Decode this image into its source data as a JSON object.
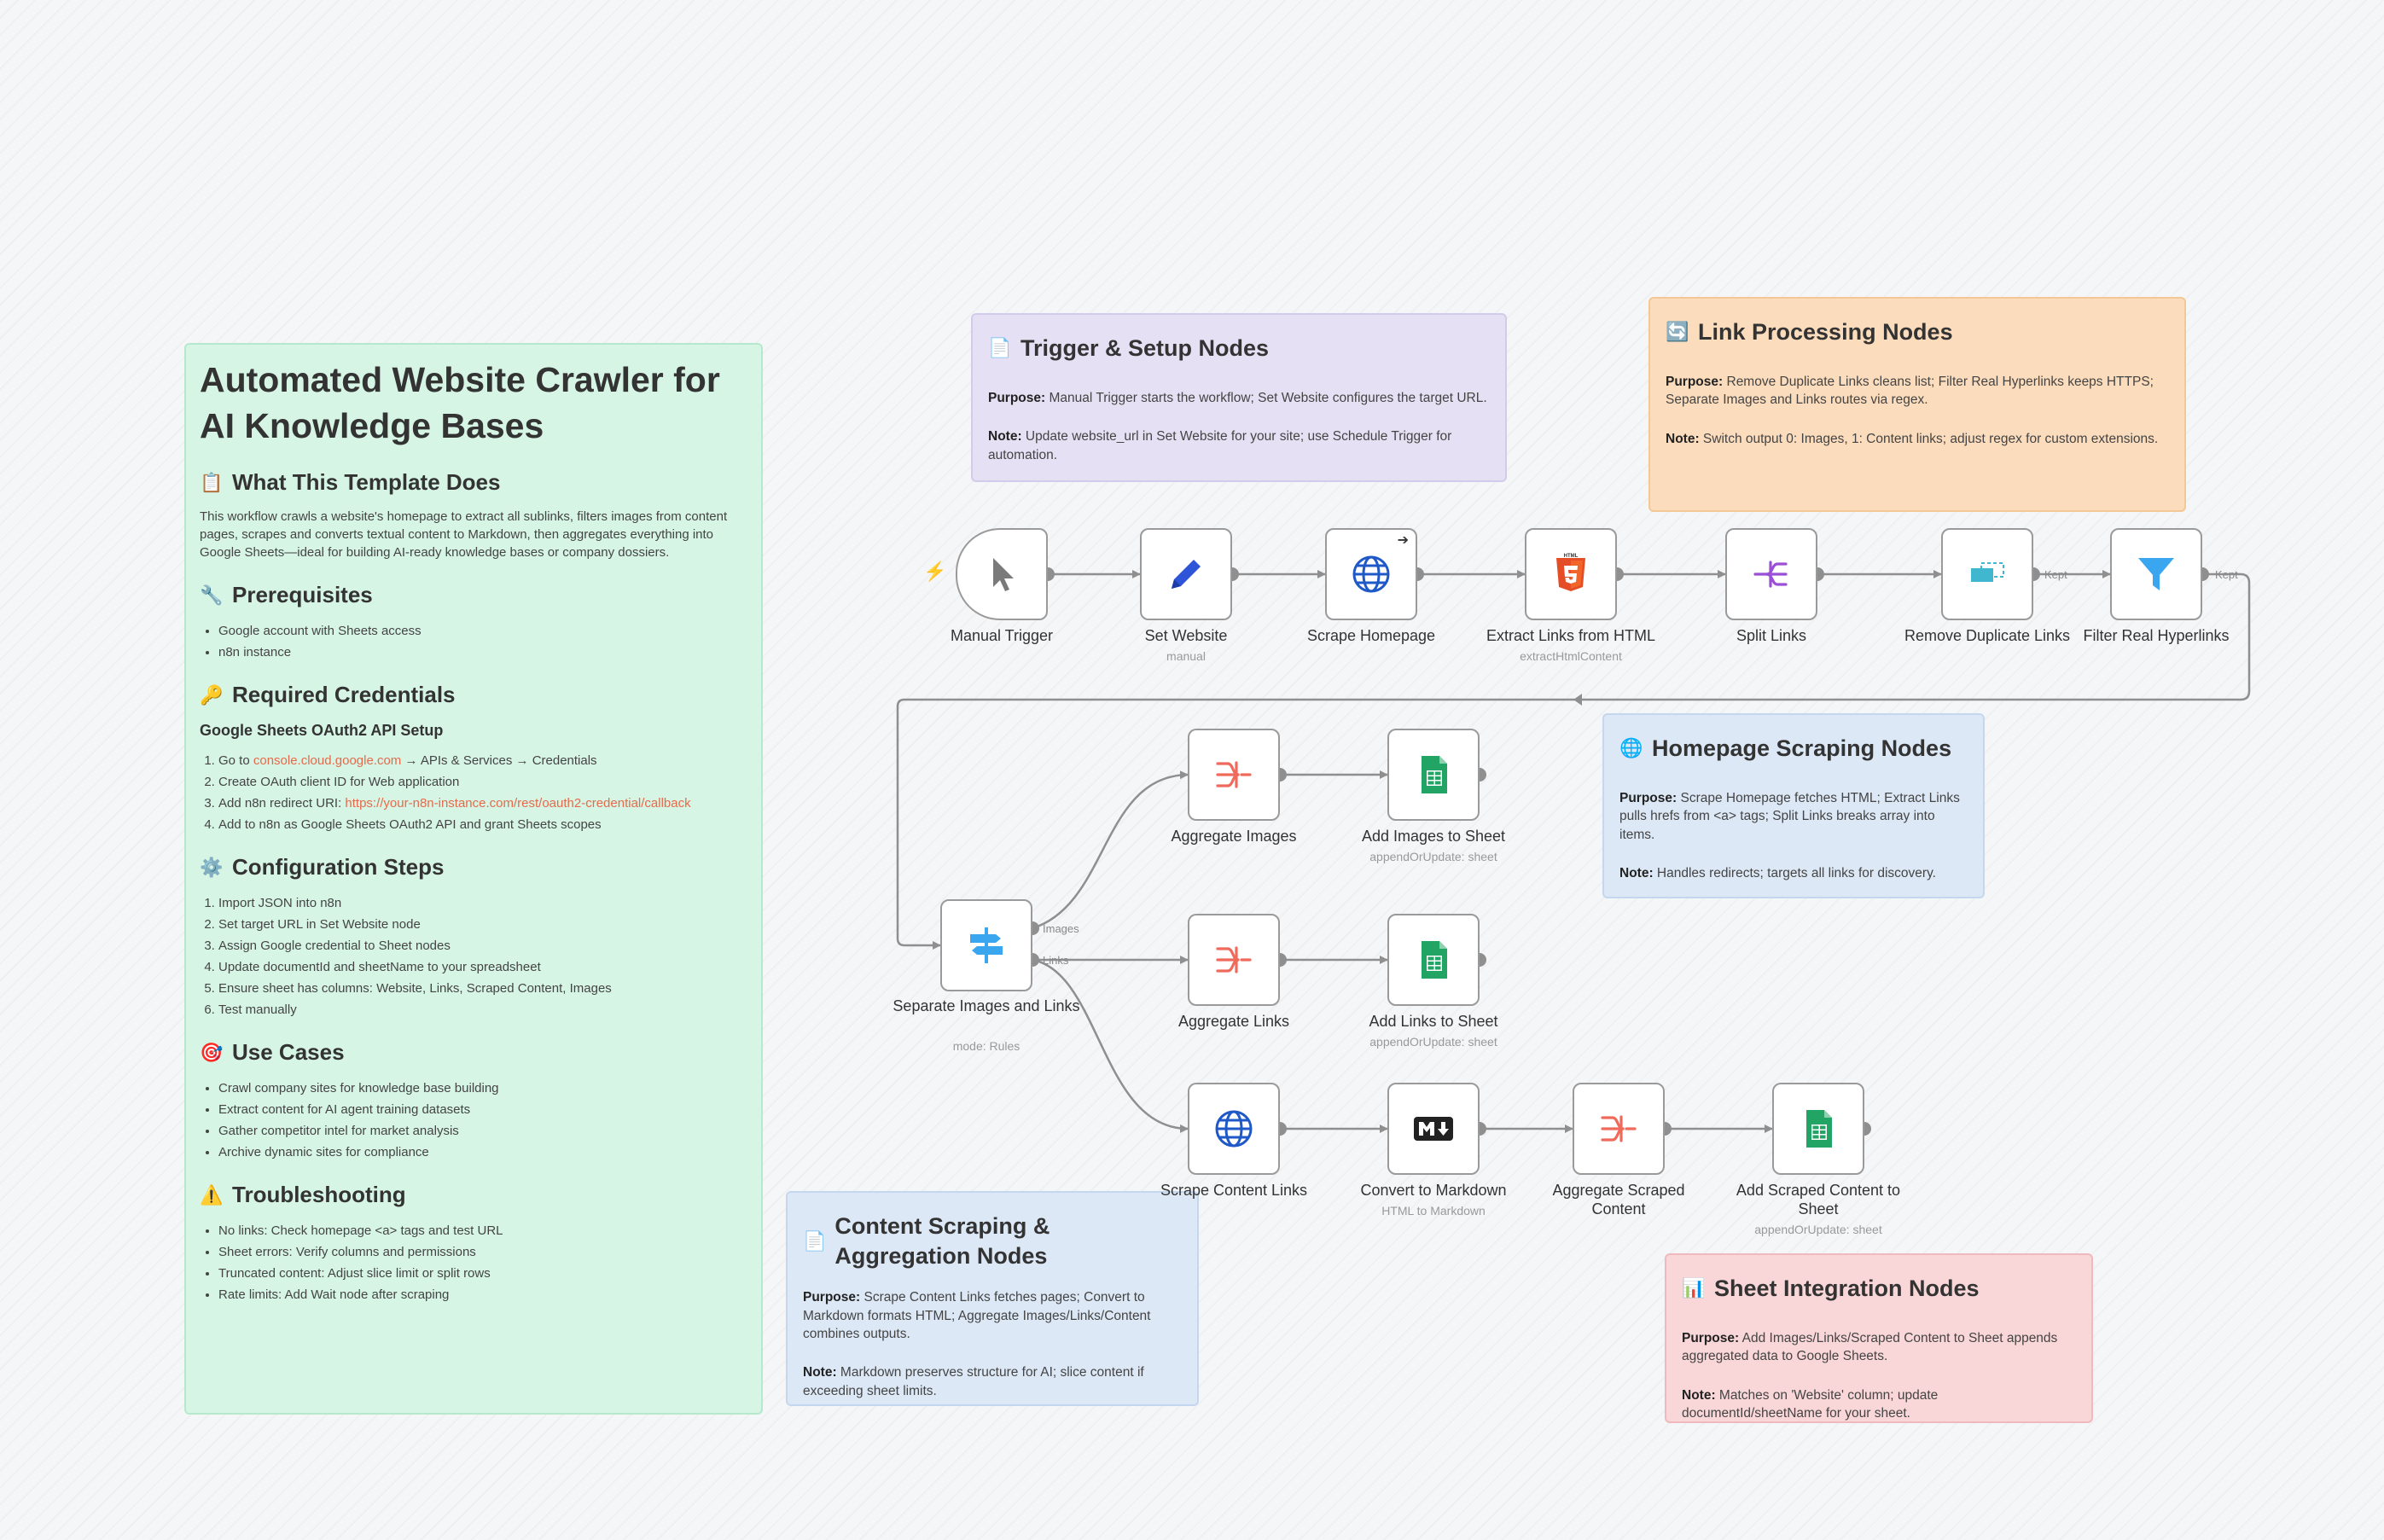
{
  "main_note": {
    "title": "Automated Website Crawler for AI Knowledge Bases",
    "sections": {
      "what": {
        "emoji": "📋",
        "heading": "What This Template Does",
        "body": "This workflow crawls a website's homepage to extract all sublinks, filters images from content pages, scrapes and converts textual content to Markdown, then aggregates everything into Google Sheets—ideal for building AI-ready knowledge bases or company dossiers."
      },
      "prereq": {
        "emoji": "🔧",
        "heading": "Prerequisites",
        "items": [
          "Google account with Sheets access",
          "n8n instance"
        ]
      },
      "creds": {
        "emoji": "🔑",
        "heading": "Required Credentials",
        "subheading": "Google Sheets OAuth2 API Setup",
        "step1_pre": "Go to ",
        "step1_link": "console.cloud.google.com",
        "step1_post": " → APIs & Services → Credentials",
        "step2": "Create OAuth client ID for Web application",
        "step3_pre": "Add n8n redirect URI: ",
        "step3_link": "https://your-n8n-instance.com/rest/oauth2-credential/callback",
        "step4": "Add to n8n as Google Sheets OAuth2 API and grant Sheets scopes"
      },
      "config": {
        "emoji": "⚙️",
        "heading": "Configuration Steps",
        "items": [
          "Import JSON into n8n",
          "Set target URL in Set Website node",
          "Assign Google credential to Sheet nodes",
          "Update documentId and sheetName to your spreadsheet",
          "Ensure sheet has columns: Website, Links, Scraped Content, Images",
          "Test manually"
        ]
      },
      "usecases": {
        "emoji": "🎯",
        "heading": "Use Cases",
        "items": [
          "Crawl company sites for knowledge base building",
          "Extract content for AI agent training datasets",
          "Gather competitor intel for market analysis",
          "Archive dynamic sites for compliance"
        ]
      },
      "trouble": {
        "emoji": "⚠️",
        "heading": "Troubleshooting",
        "items": [
          "No links: Check homepage <a> tags and test URL",
          "Sheet errors: Verify columns and permissions",
          "Truncated content: Adjust slice limit or split rows",
          "Rate limits: Add Wait node after scraping"
        ]
      }
    }
  },
  "stickies": {
    "trigger": {
      "emoji": "📄",
      "heading": "Trigger & Setup Nodes",
      "purpose_label": "Purpose:",
      "purpose": " Manual Trigger starts the workflow; Set Website configures the target URL.",
      "note_label": "Note:",
      "note": " Update website_url in Set Website for your site; use Schedule Trigger for automation."
    },
    "link": {
      "emoji": "🔄",
      "heading": "Link Processing Nodes",
      "purpose_label": "Purpose:",
      "purpose": " Remove Duplicate Links cleans list; Filter Real Hyperlinks keeps HTTPS; Separate Images and Links routes via regex.",
      "note_label": "Note:",
      "note": " Switch output 0: Images, 1: Content links; adjust regex for custom extensions."
    },
    "homepage": {
      "emoji": "🌐",
      "heading": "Homepage Scraping Nodes",
      "purpose_label": "Purpose:",
      "purpose": " Scrape Homepage fetches HTML; Extract Links pulls hrefs from <a> tags; Split Links breaks array into items.",
      "note_label": "Note:",
      "note": " Handles redirects; targets all links for discovery."
    },
    "content": {
      "emoji": "📄",
      "heading": "Content Scraping & Aggregation Nodes",
      "purpose_label": "Purpose:",
      "purpose": " Scrape Content Links fetches pages; Convert to Markdown formats HTML; Aggregate Images/Links/Content combines outputs.",
      "note_label": "Note:",
      "note": " Markdown preserves structure for AI; slice content if exceeding sheet limits."
    },
    "sheet": {
      "emoji": "📊",
      "heading": "Sheet Integration Nodes",
      "purpose_label": "Purpose:",
      "purpose": " Add Images/Links/Scraped Content to Sheet appends aggregated data to Google Sheets.",
      "note_label": "Note:",
      "note": " Matches on 'Website' column; update documentId/sheetName for your sheet."
    }
  },
  "nodes": {
    "manual_trigger": {
      "label": "Manual Trigger",
      "icon": "cursor-icon"
    },
    "set_website": {
      "label": "Set Website",
      "sub": "manual",
      "icon": "pencil-icon"
    },
    "scrape_homepage": {
      "label": "Scrape Homepage",
      "icon": "globe-icon"
    },
    "extract_links": {
      "label": "Extract Links from HTML",
      "sub": "extractHtmlContent",
      "icon": "html5-icon"
    },
    "split_links": {
      "label": "Split Links",
      "icon": "split-icon"
    },
    "remove_dup": {
      "label": "Remove Duplicate Links",
      "icon": "remove-duplicates-icon"
    },
    "filter_links": {
      "label": "Filter Real Hyperlinks",
      "icon": "filter-icon"
    },
    "separate": {
      "label": "Separate Images and Links",
      "sub": "mode: Rules",
      "icon": "switch-icon"
    },
    "agg_images": {
      "label": "Aggregate Images",
      "icon": "aggregate-icon"
    },
    "add_images": {
      "label": "Add Images to Sheet",
      "sub": "appendOrUpdate: sheet",
      "icon": "google-sheets-icon"
    },
    "agg_links": {
      "label": "Aggregate Links",
      "icon": "aggregate-icon"
    },
    "add_links": {
      "label": "Add Links to Sheet",
      "sub": "appendOrUpdate: sheet",
      "icon": "google-sheets-icon"
    },
    "scrape_content": {
      "label": "Scrape Content Links",
      "icon": "globe-icon"
    },
    "convert_md": {
      "label": "Convert to Markdown",
      "sub": "HTML to Markdown",
      "icon": "markdown-icon"
    },
    "agg_content": {
      "label": "Aggregate Scraped Content",
      "icon": "aggregate-icon"
    },
    "add_content": {
      "label": "Add Scraped Content to Sheet",
      "sub": "appendOrUpdate: sheet",
      "icon": "google-sheets-icon"
    }
  },
  "connection_labels": {
    "kept1": "Kept",
    "kept2": "Kept",
    "images": "Images",
    "links": "Links"
  },
  "colors": {
    "accent": "#ff6d5a",
    "wire": "#8f8f8f",
    "sheets_green": "#21a464",
    "filter_blue": "#3ba6f0",
    "globe_blue": "#1f59c8"
  }
}
